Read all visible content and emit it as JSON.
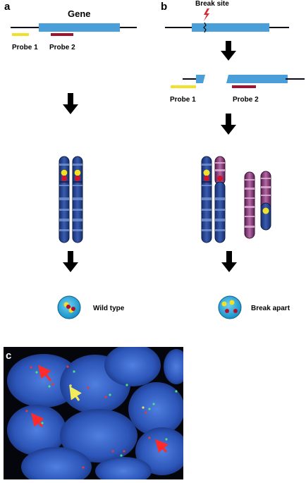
{
  "panels": {
    "a": {
      "label": "a",
      "gene_label": "Gene",
      "probe1_label": "Probe 1",
      "probe2_label": "Probe 2",
      "result_label": "Wild type"
    },
    "b": {
      "label": "b",
      "break_label": "Break site",
      "probe1_label": "Probe 1",
      "probe2_label": "Probe 2",
      "result_label": "Break apart"
    },
    "c": {
      "label": "c"
    }
  },
  "colors": {
    "gene": "#4a9fd8",
    "probe1": "#f2e12a",
    "probe2": "#a3122c",
    "chromosome": "#1f3d8a",
    "chromosome_band": "#6a88c9",
    "partner_chromosome": "#8e3a7e",
    "nucleus": "#2ea8d8",
    "micrograph_bg": "#05060c",
    "micrograph_nucleus": "#2f5bbf",
    "arrow_red": "#ff2a2a",
    "arrow_yellow": "#f2ec5a"
  }
}
